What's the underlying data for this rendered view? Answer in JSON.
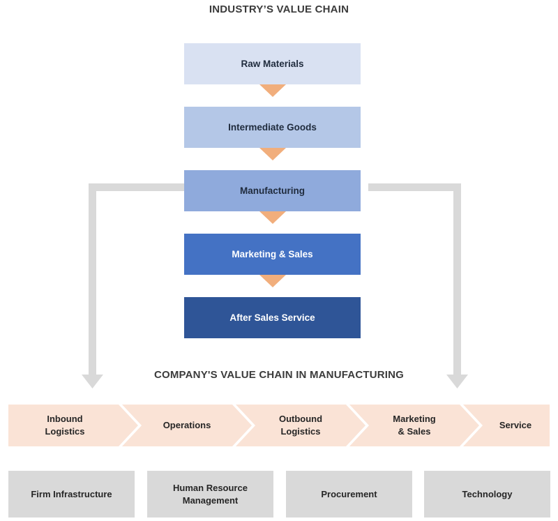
{
  "headings": {
    "industry": "INDUSTRY’S VALUE CHAIN",
    "company": "COMPANY'S VALUE CHAIN IN MANUFACTURING"
  },
  "colors": {
    "stage_0": "#D9E1F2",
    "stage_1": "#B4C7E7",
    "stage_2": "#8FAADC",
    "stage_3": "#4472C4",
    "stage_4": "#2F5597",
    "connector_arrow": "#F1AE7C",
    "bracket": "#D9D9D9",
    "primary_chevron": "#FAE3D6",
    "support_box": "#D9D9D9",
    "title_text": "#3B3B3B"
  },
  "industry_chain": {
    "stages": [
      {
        "label": "Raw Materials"
      },
      {
        "label": "Intermediate Goods"
      },
      {
        "label": "Manufacturing"
      },
      {
        "label": "Marketing & Sales"
      },
      {
        "label": "After Sales Service"
      }
    ],
    "connectors": [
      {
        "name": "arrow-raw-to-intermediate"
      },
      {
        "name": "arrow-intermediate-to-manufacturing"
      },
      {
        "name": "arrow-manufacturing-to-marketing"
      },
      {
        "name": "arrow-marketing-to-after-sales"
      }
    ],
    "brackets": [
      {
        "name": "bracket-left",
        "from": "Manufacturing",
        "to": "COMPANY'S VALUE CHAIN IN MANUFACTURING"
      },
      {
        "name": "bracket-right",
        "from": "Manufacturing",
        "to": "COMPANY'S VALUE CHAIN IN MANUFACTURING"
      }
    ]
  },
  "company_chain": {
    "primary_activities": [
      {
        "label": "Inbound\nLogistics"
      },
      {
        "label": "Operations"
      },
      {
        "label": "Outbound\nLogistics"
      },
      {
        "label": "Marketing\n& Sales"
      },
      {
        "label": "Service"
      }
    ],
    "support_activities": [
      {
        "label": "Firm Infrastructure"
      },
      {
        "label": "Human Resource\nManagement"
      },
      {
        "label": "Procurement"
      },
      {
        "label": "Technology"
      }
    ]
  }
}
